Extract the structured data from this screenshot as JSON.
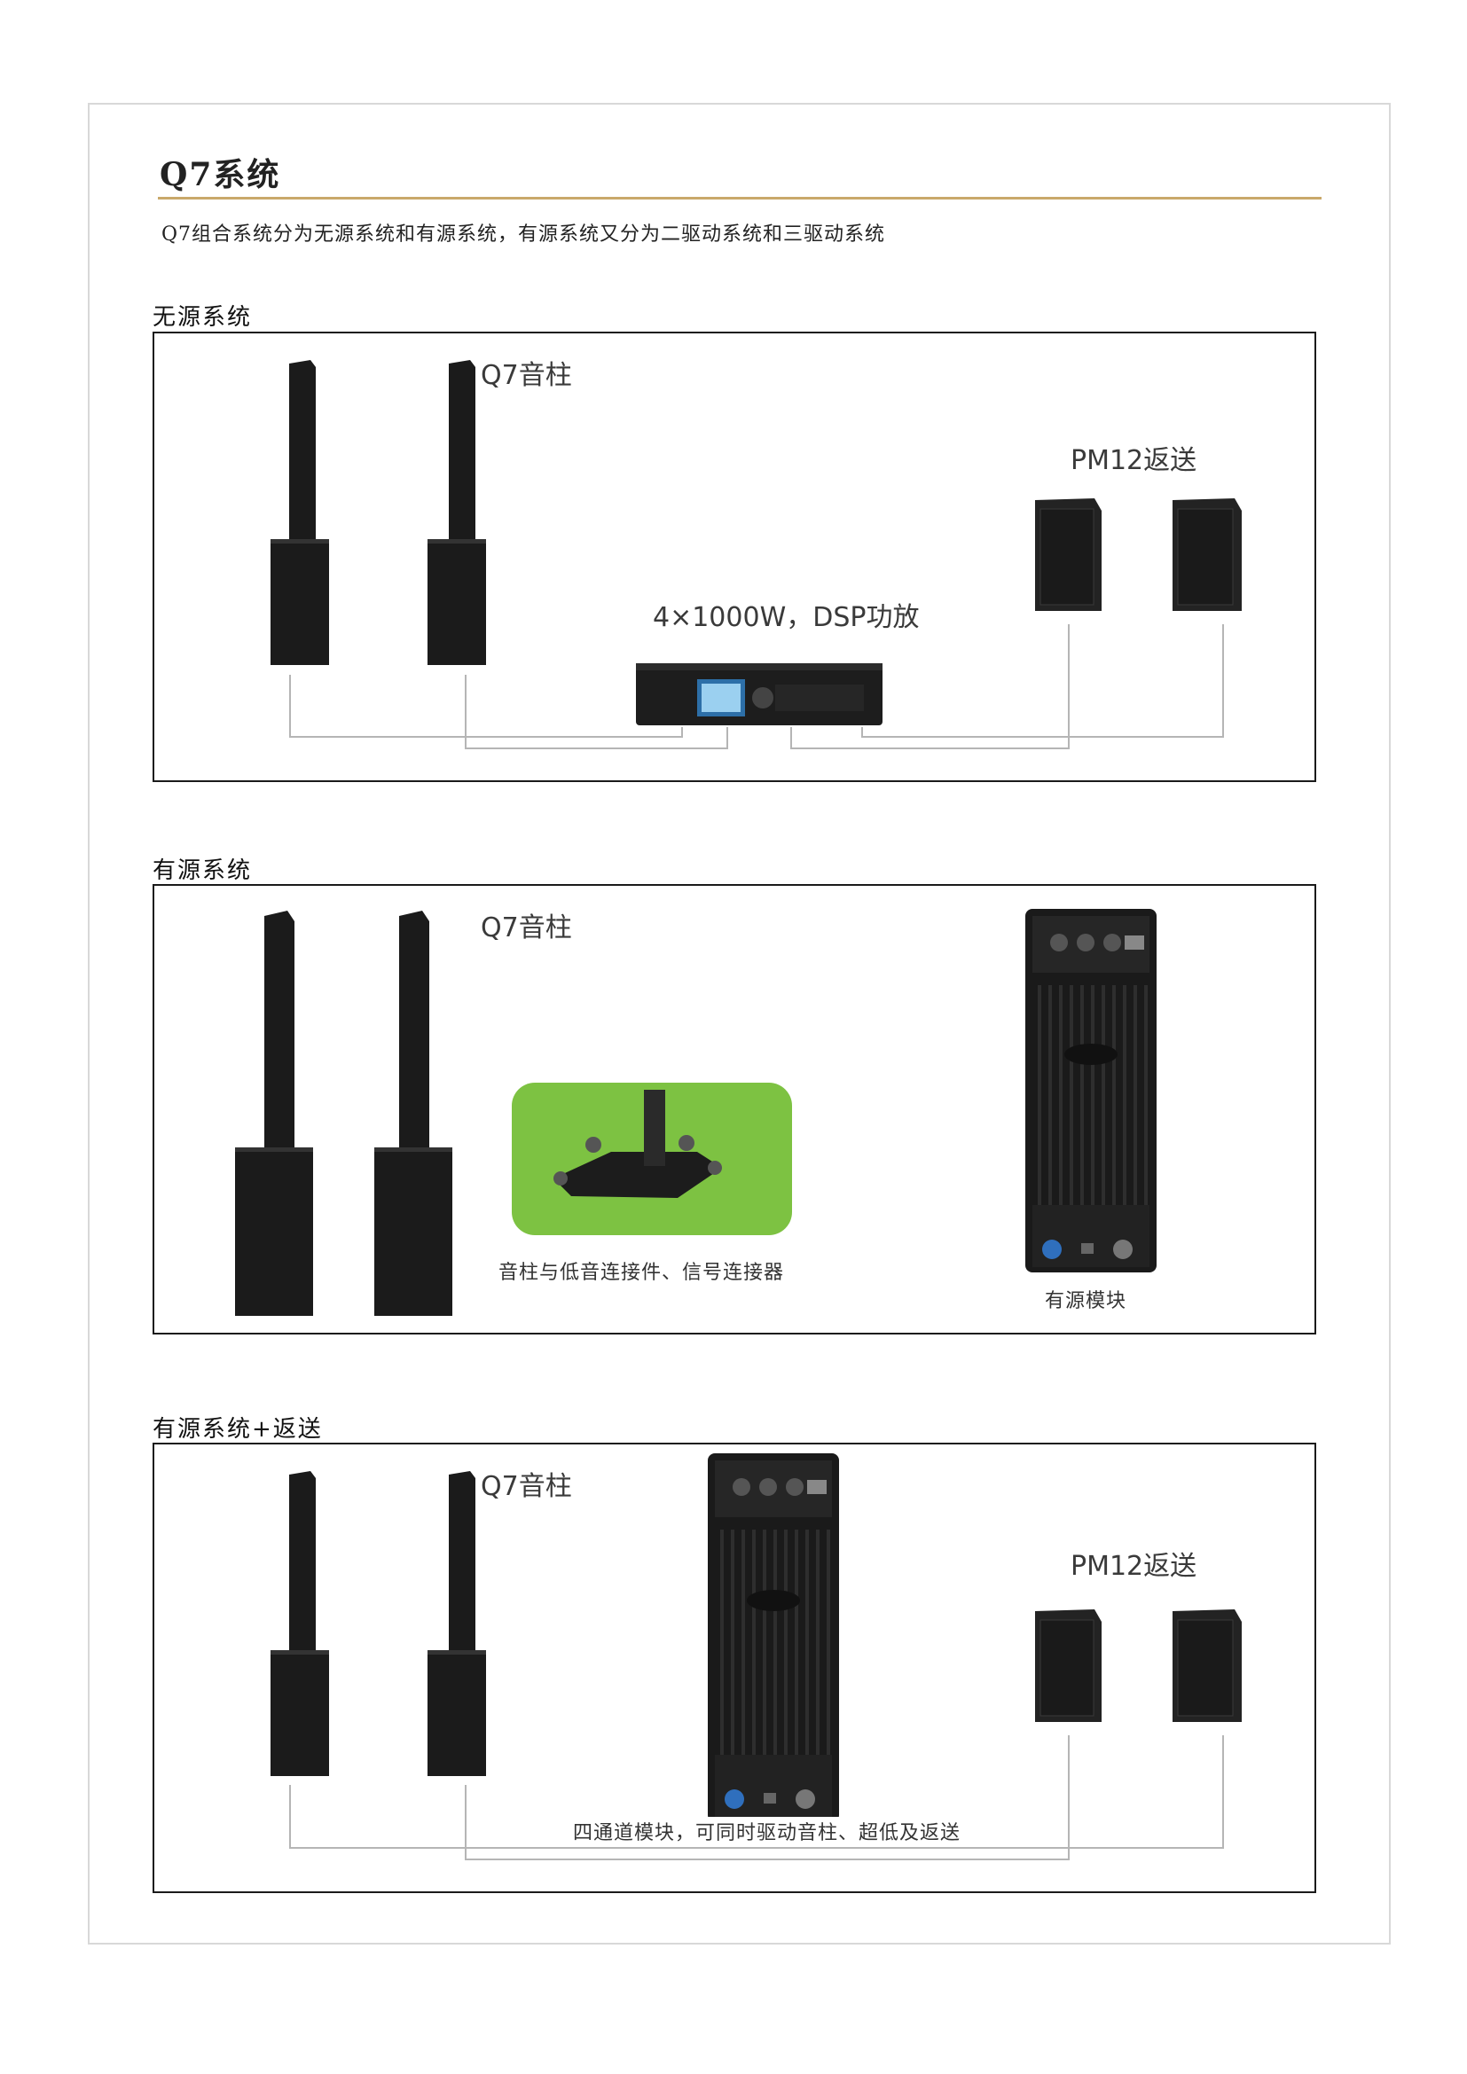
{
  "page": {
    "title": "Q7系统",
    "intro": "Q7组合系统分为无源系统和有源系统，有源系统又分为二驱动系统和三驱动系统"
  },
  "sections": [
    {
      "label": "无源系统",
      "column_label": "Q7音柱",
      "monitor_label": "PM12返送",
      "amp_label": "4×1000W，DSP功放"
    },
    {
      "label": "有源系统",
      "column_label": "Q7音柱",
      "connector_caption": "音柱与低音连接件、信号连接器",
      "module_caption": "有源模块"
    },
    {
      "label": "有源系统+返送",
      "column_label": "Q7音柱",
      "monitor_label": "PM12返送",
      "module_caption": "四通道模块，可同时驱动音柱、超低及返送"
    }
  ],
  "colors": {
    "accent_rule": "#c9a86a",
    "panel_border": "#1a1a1a",
    "speaker": "#1b1b1b",
    "green_bg": "#7dc242",
    "cable": "#b5b5b5"
  }
}
